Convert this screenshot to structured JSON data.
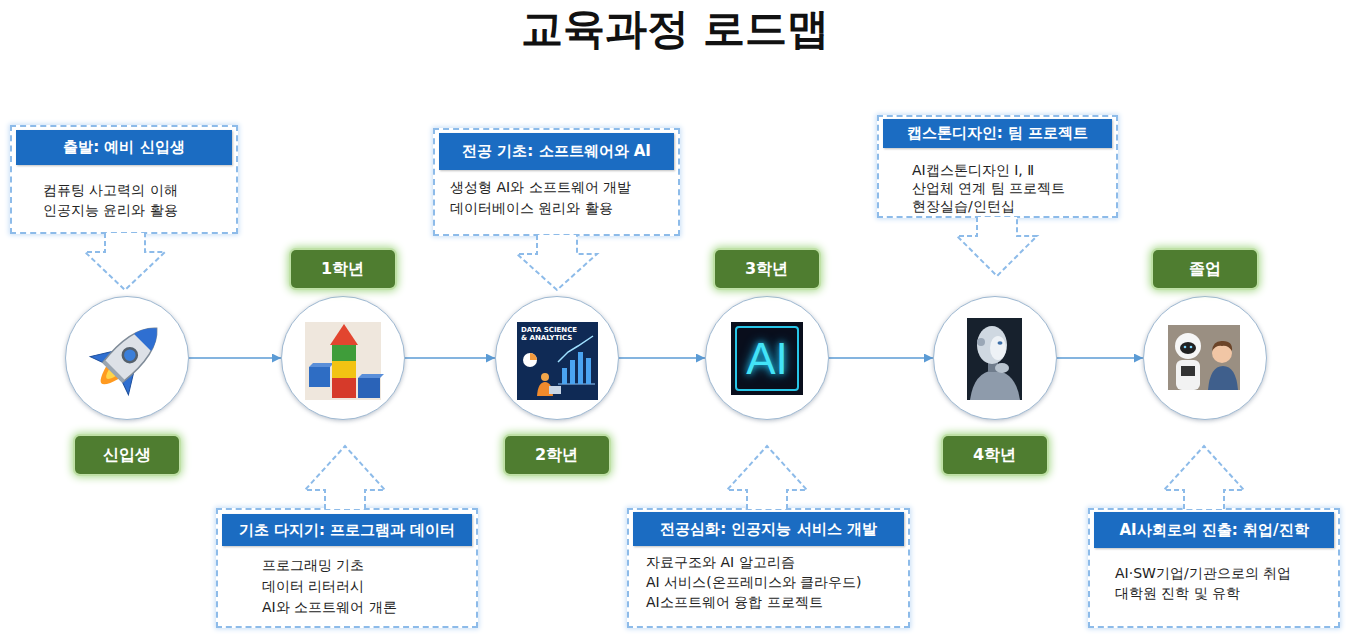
{
  "diagram": {
    "title": "교육과정 로드맵",
    "nodes": [
      {
        "text": [
          "출발: 예비 신입생",
          "컴퓨팅 사고력의 이해 인공지능 윤리와 활용"
        ]
      },
      {
        "text": [
          "신입생"
        ]
      },
      {
        "text": [
          "1학년"
        ]
      },
      {
        "text": [
          "기초 다지기: 프로그램과 데이터",
          "프로그래밍 기초 데이터 리터러시 AI와 소프트웨어 개론"
        ]
      },
      {
        "text": [
          "전공 기초: 소프트웨어와 AI",
          "생성형 AI와 소프트웨어 개발 데이터베이스 원리와 활용"
        ]
      },
      {
        "text": [
          "2학년"
        ]
      },
      {
        "text": [
          "3학년"
        ]
      },
      {
        "text": [
          "전공심화: 인공지능 서비스 개발",
          "자료구조와 AI 알고리즘 AI 서비스(온프레미스와 클라우드) AI소프트웨어 융합 프로젝트"
        ]
      },
      {
        "text": [
          "캡스톤디자인: 팀 프로젝트",
          "AI캡스톤디자인 Ⅰ, Ⅱ 산업체 연계 팀 프로젝트 현장실습/인턴십"
        ]
      },
      {
        "text": [
          "4학년"
        ]
      },
      {
        "text": [
          "졸업"
        ]
      },
      {
        "text": [
          "AI사회로의 진출: 취업/진학",
          "AI·SW기업/기관으로의 취업 대학원 진학 및 유학"
        ]
      }
    ],
    "edges": [
      {
        "from": 1,
        "to": 2,
        "arrow": "to"
      },
      {
        "from": 2,
        "to": 5,
        "arrow": "to"
      },
      {
        "from": 5,
        "to": 6,
        "arrow": "to"
      },
      {
        "from": 6,
        "to": 9,
        "arrow": "to"
      },
      {
        "from": 9,
        "to": 10,
        "arrow": "to"
      }
    ],
    "labels": [
      "DATA SCIENCE & ANALYTICS",
      "AI"
    ]
  }
}
